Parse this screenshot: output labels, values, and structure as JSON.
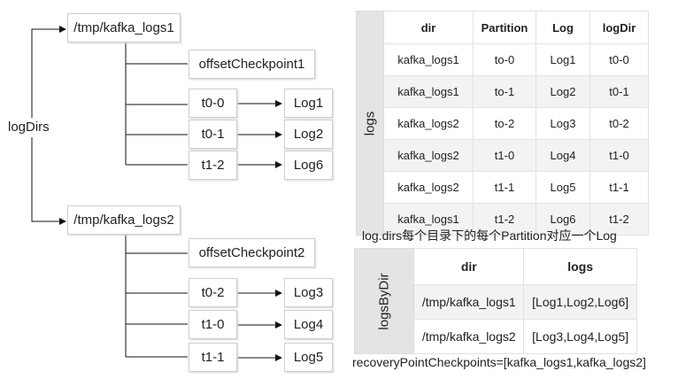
{
  "tree": {
    "root": "logDirs",
    "dirs": [
      {
        "path": "/tmp/kafka_logs1",
        "checkpoint": "offsetCheckpoint1",
        "partitions": [
          {
            "name": "t0-0",
            "log": "Log1"
          },
          {
            "name": "t0-1",
            "log": "Log2"
          },
          {
            "name": "t1-2",
            "log": "Log6"
          }
        ]
      },
      {
        "path": "/tmp/kafka_logs2",
        "checkpoint": "offsetCheckpoint2",
        "partitions": [
          {
            "name": "t0-2",
            "log": "Log3"
          },
          {
            "name": "t1-0",
            "log": "Log4"
          },
          {
            "name": "t1-1",
            "log": "Log5"
          }
        ]
      }
    ]
  },
  "logs_table": {
    "row_header": "logs",
    "headers": [
      "dir",
      "Partition",
      "Log",
      "logDir"
    ],
    "rows": [
      [
        "kafka_logs1",
        "to-0",
        "Log1",
        "t0-0"
      ],
      [
        "kafka_logs1",
        "to-1",
        "Log2",
        "t0-1"
      ],
      [
        "kafka_logs2",
        "to-2",
        "Log3",
        "t0-2"
      ],
      [
        "kafka_logs2",
        "t1-0",
        "Log4",
        "t1-0"
      ],
      [
        "kafka_logs2",
        "t1-1",
        "Log5",
        "t1-1"
      ],
      [
        "kafka_logs1",
        "t1-2",
        "Log6",
        "t1-2"
      ]
    ],
    "caption": "log.dirs每个目录下的每个Partition对应一个Log"
  },
  "logsbydir_table": {
    "row_header": "logsByDir",
    "headers": [
      "dir",
      "logs"
    ],
    "rows": [
      [
        "/tmp/kafka_logs1",
        "[Log1,Log2,Log6]"
      ],
      [
        "/tmp/kafka_logs2",
        "[Log3,Log4,Log5]"
      ]
    ]
  },
  "footer": "recoveryPointCheckpoints=[kafka_logs1,kafka_logs2]",
  "colors": {
    "line": "#111111",
    "border": "#cfcfcf",
    "band": "#f3f3f3",
    "rowhead": "#e4e4e4"
  }
}
